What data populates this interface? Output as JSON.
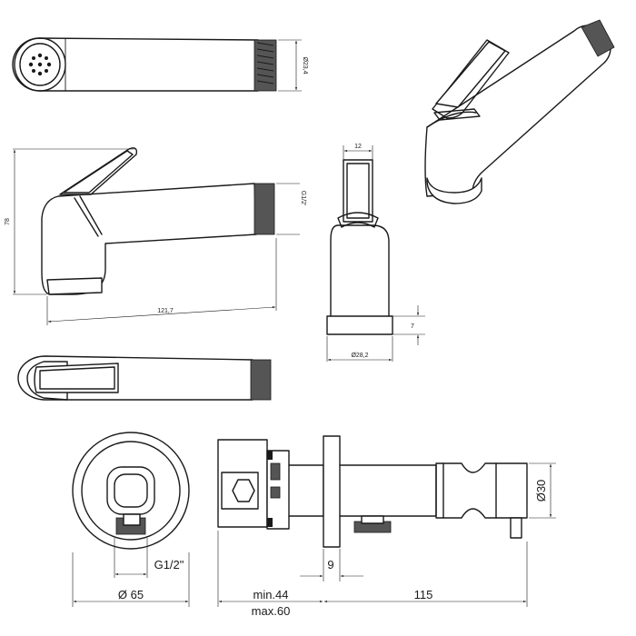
{
  "dimensions": {
    "diameter_23_4": "Ø23,4",
    "height_78": "78",
    "thread_g12_small": "G1/2'",
    "length_121_7": "121,7",
    "width_12": "12",
    "height_7": "7",
    "diameter_28_2": "Ø28,2",
    "thread_g12": "G1/2\"",
    "diameter_65": "Ø 65",
    "min_44": "min.44",
    "max_60": "max.60",
    "length_115": "115",
    "length_9": "9",
    "diameter_30": "Ø30"
  }
}
